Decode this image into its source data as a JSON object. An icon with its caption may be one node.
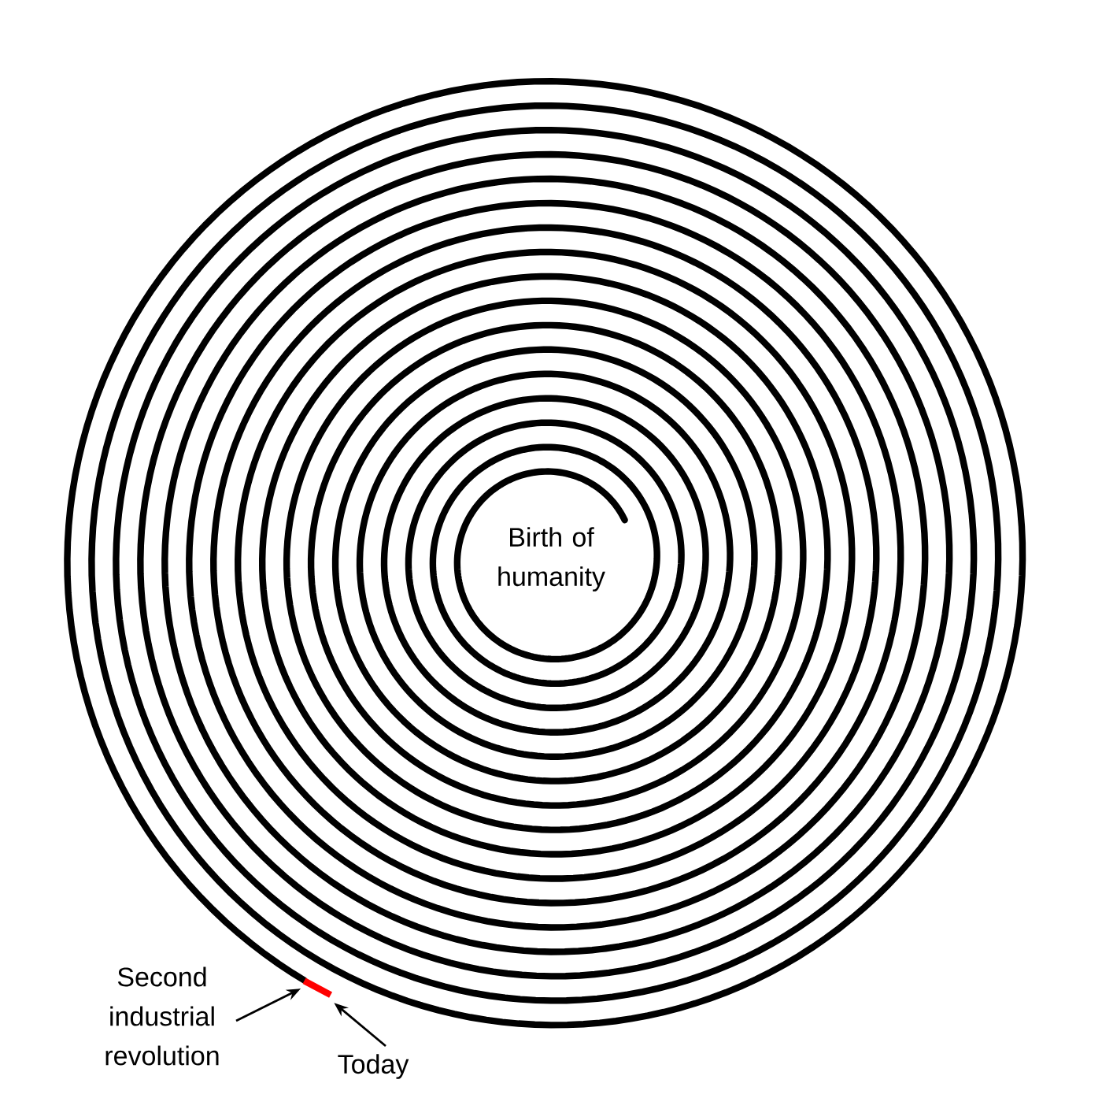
{
  "diagram": {
    "nodes": [
      {
        "text": [
          "Birth of humanity"
        ]
      },
      {
        "text": [
          "Second industrial revolution"
        ]
      },
      {
        "text": [
          "Today"
        ]
      },
      {
        "text": [],
        "shape": "bar"
      }
    ],
    "edges": [
      {
        "from": 1,
        "to": 3,
        "arrow": "to"
      },
      {
        "from": 2,
        "to": 3,
        "arrow": "to"
      }
    ]
  }
}
